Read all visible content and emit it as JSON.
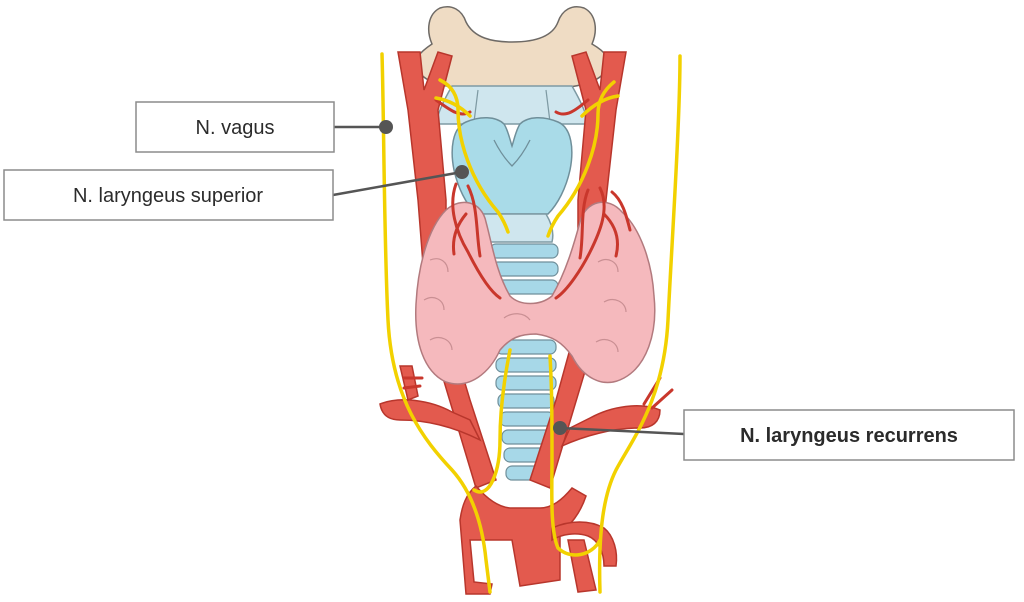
{
  "labels": {
    "vagus": "N. vagus",
    "laryngeus_superior": "N. laryngeus superior",
    "laryngeus_recurrens": "N. laryngeus recurrens"
  },
  "colors": {
    "artery": "#e35a4e",
    "nerve": "#f2d100",
    "bone": "#efdcc4",
    "cartilage": "#a9dbe8",
    "thyroid": "#f5b9bd",
    "leader": "#555555"
  }
}
